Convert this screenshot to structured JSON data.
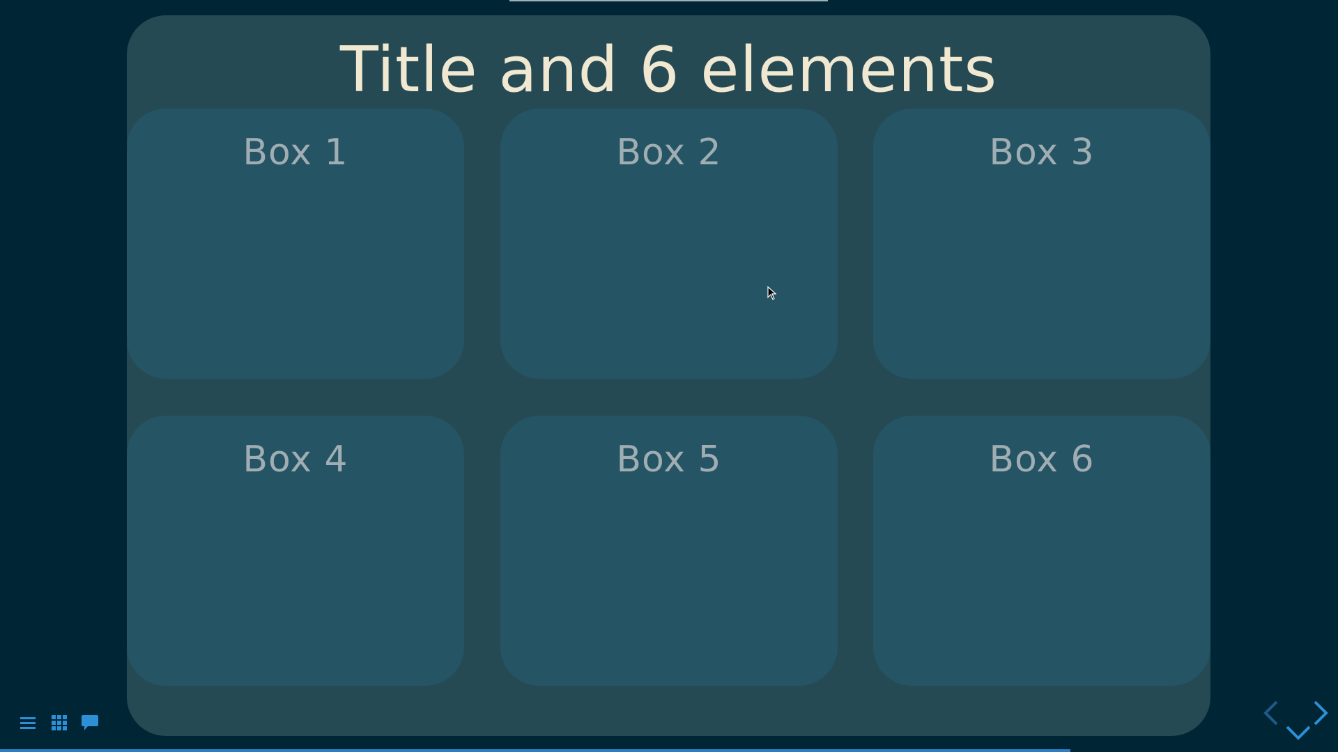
{
  "slide": {
    "title": "Title and 6 elements",
    "boxes": [
      {
        "label": "Box 1"
      },
      {
        "label": "Box 2"
      },
      {
        "label": "Box 3"
      },
      {
        "label": "Box 4"
      },
      {
        "label": "Box 5"
      },
      {
        "label": "Box 6"
      }
    ]
  },
  "toolbar": {
    "menu_icon": "hamburger-menu-icon",
    "grid_icon": "grid-overview-icon",
    "notes_icon": "speech-bubble-icon"
  },
  "navigation": {
    "left_icon": "chevron-left-icon",
    "right_icon": "chevron-right-icon",
    "down_icon": "chevron-down-icon"
  },
  "progress": {
    "fraction": 0.8
  },
  "colors": {
    "background": "#002535",
    "slide_background": "#264a54",
    "box_background": "#255465",
    "title_text": "#f1e8d2",
    "box_text": "#a0aeb3",
    "accent": "#2d7fc1"
  }
}
